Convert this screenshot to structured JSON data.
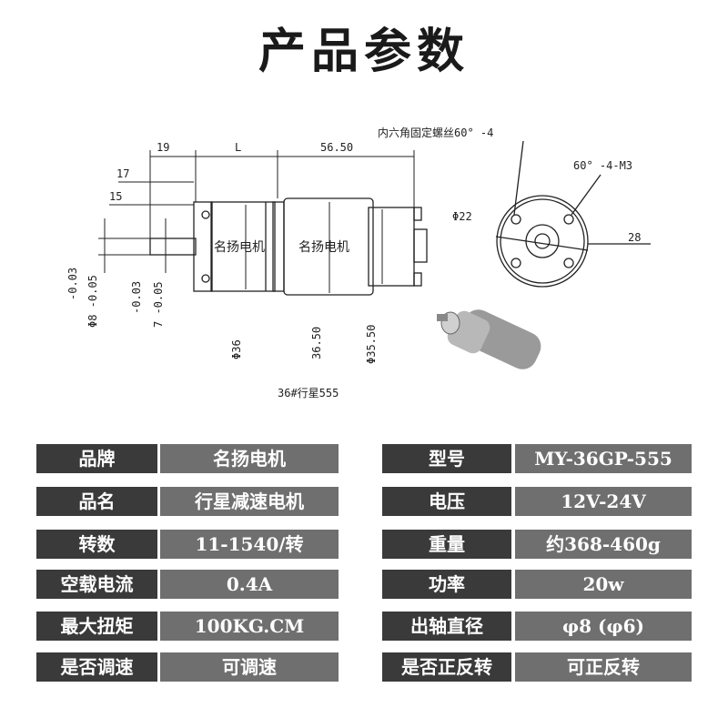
{
  "title": "产品参数",
  "drawing": {
    "dim_19": "19",
    "dim_L": "L",
    "dim_5650": "56.50",
    "dim_17": "17",
    "dim_15": "15",
    "shaft_tol_1": "-0.03",
    "shaft_tol_2": "Φ8 -0.05",
    "flat_tol_1": "-0.03",
    "flat_tol_2": "7 -0.05",
    "brand_stamp_1": "名扬电机",
    "brand_stamp_2": "名扬电机",
    "dia_36": "Φ36",
    "dia_3650": "36.50",
    "dia_3550": "Φ35.50",
    "model_caption": "36#行星555",
    "screw_note": "内六角固定螺丝60° -4",
    "hole_note": "60° -4-M3",
    "dia_22": "Φ22",
    "dim_28": "28"
  },
  "specs": {
    "left": [
      {
        "label": "品牌",
        "value": "名扬电机"
      },
      {
        "label": "品名",
        "value": "行星减速电机"
      },
      {
        "label": "转数",
        "value": "11-1540/转"
      },
      {
        "label": "空载电流",
        "value": "0.4A"
      },
      {
        "label": "最大扭矩",
        "value": "100KG.CM"
      },
      {
        "label": "是否调速",
        "value": "可调速"
      }
    ],
    "right": [
      {
        "label": "型号",
        "value": "MY-36GP-555"
      },
      {
        "label": "电压",
        "value": "12V-24V"
      },
      {
        "label": "重量",
        "value": "约368-460g"
      },
      {
        "label": "功率",
        "value": "20w"
      },
      {
        "label": "出轴直径",
        "value": "φ8 (φ6)"
      },
      {
        "label": "是否正反转",
        "value": "可正反转"
      }
    ]
  }
}
